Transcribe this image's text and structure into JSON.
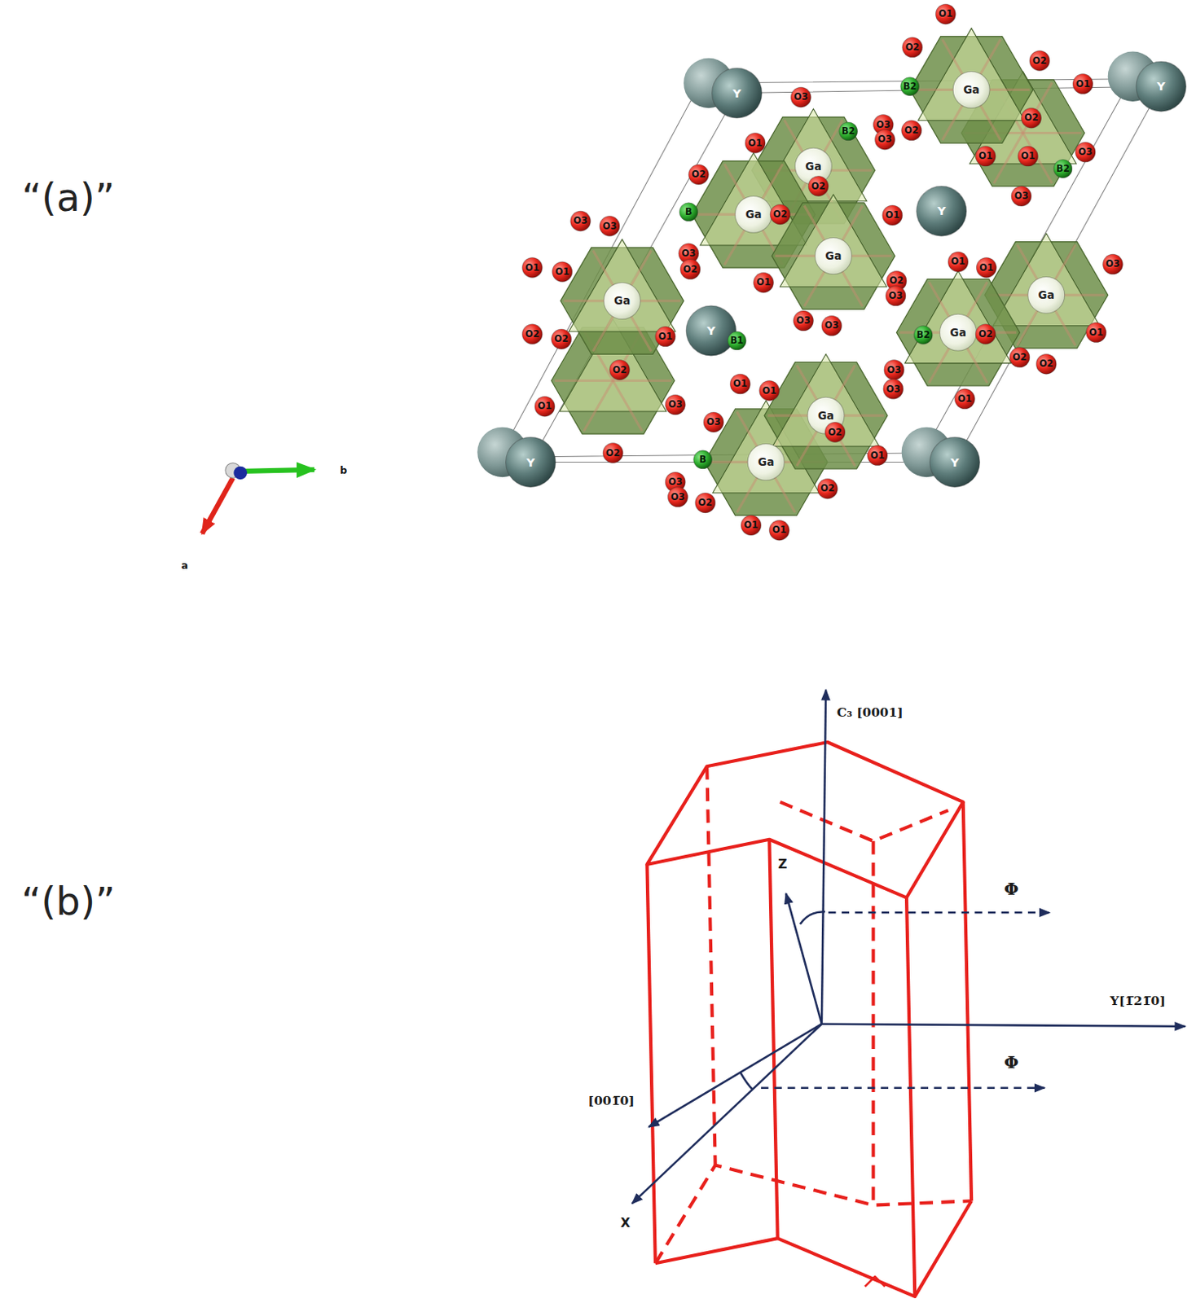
{
  "diagram": {
    "labels": [
      "“(a)”",
      "b",
      "a",
      "Y",
      "Y",
      "Y",
      "Y",
      "B1",
      "Y",
      "Y",
      "Ga",
      "Ga",
      "Ga",
      "Ga",
      "Ga",
      "Ga",
      "Ga",
      "Ga",
      "Ga",
      "B2",
      "B2",
      "B2",
      "B2",
      "B",
      "B",
      "O1",
      "O2",
      "O2",
      "O1",
      "O2",
      "O2",
      "O1",
      "O1",
      "O3",
      "O3",
      "O3",
      "O3",
      "O3",
      "O1",
      "O2",
      "O2",
      "O2",
      "O1",
      "O1",
      "O2",
      "O3",
      "O3",
      "O3",
      "O3",
      "O3",
      "O1",
      "O1",
      "O3",
      "O2",
      "O2",
      "O2",
      "O1",
      "O2",
      "O1",
      "O3",
      "O2",
      "O1",
      "O1",
      "O3",
      "O2",
      "O1",
      "O2",
      "O2",
      "O3",
      "O3",
      "O1",
      "O1",
      "O1",
      "O3",
      "O2",
      "O1",
      "O3",
      "O3",
      "O2",
      "O2",
      "O1",
      "O1",
      "“(b)”",
      "C₃ [0001]",
      "Z",
      "Φ",
      "Y[1̅21̅0]",
      "Φ",
      "[001̅0]",
      "X"
    ]
  }
}
